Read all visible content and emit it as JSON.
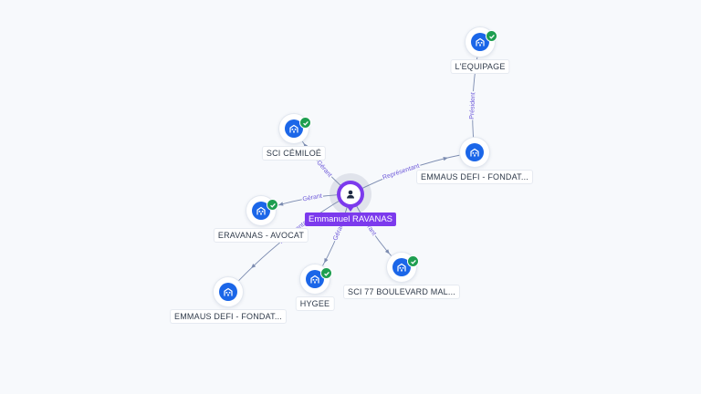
{
  "center": {
    "name": "Emmanuel RAVANAS",
    "icon": "person-icon"
  },
  "nodes": [
    {
      "id": "lequipage",
      "label": "L'EQUIPAGE",
      "icon": "building-icon",
      "verified": true
    },
    {
      "id": "sci-cemiloe",
      "label": "SCI CÉMILOÉ",
      "icon": "building-icon",
      "verified": true
    },
    {
      "id": "emmaus-right",
      "label": "EMMAUS DEFI - FONDAT...",
      "icon": "building-icon",
      "verified": false
    },
    {
      "id": "eravanas",
      "label": "ERAVANAS - AVOCAT",
      "icon": "building-icon",
      "verified": true
    },
    {
      "id": "emmaus-left",
      "label": "EMMAUS DEFI - FONDAT...",
      "icon": "building-icon",
      "verified": false
    },
    {
      "id": "hygee",
      "label": "HYGEE",
      "icon": "building-icon",
      "verified": true
    },
    {
      "id": "sci77",
      "label": "SCI 77 BOULEVARD MAL...",
      "icon": "building-icon",
      "verified": true
    }
  ],
  "edges": [
    {
      "from": "center",
      "to": "sci-cemiloe",
      "label": "Gérant"
    },
    {
      "from": "center",
      "to": "eravanas",
      "label": "Gérant"
    },
    {
      "from": "center",
      "to": "emmaus-right",
      "label": "Représentant"
    },
    {
      "from": "center",
      "to": "emmaus-left",
      "label": "Représentant"
    },
    {
      "from": "center",
      "to": "hygee",
      "label": "Gérant"
    },
    {
      "from": "center",
      "to": "sci77",
      "label": "Gérant"
    },
    {
      "from": "emmaus-right",
      "to": "lequipage",
      "label": "Président"
    }
  ],
  "colors": {
    "edge": "#7b8bb0",
    "edge_label": "#6d59d9",
    "center": "#7c3aed",
    "node_icon": "#1b66e8",
    "verified": "#1e9e50"
  }
}
